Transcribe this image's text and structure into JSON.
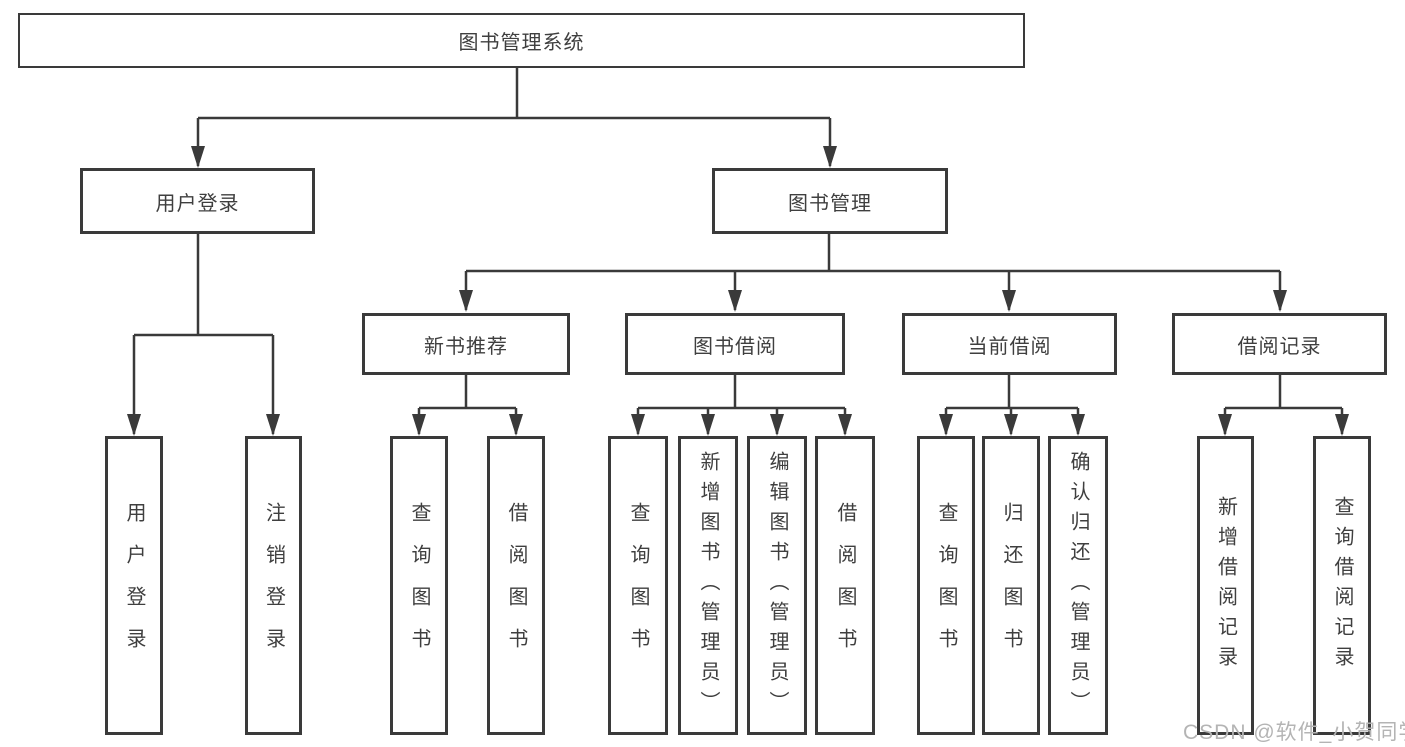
{
  "diagram": {
    "title": "图书管理系统",
    "branches": [
      {
        "label": "用户登录",
        "children": [
          {
            "label": "用户登录"
          },
          {
            "label": "注销登录"
          }
        ]
      },
      {
        "label": "图书管理",
        "children": [
          {
            "label": "新书推荐",
            "children": [
              {
                "label": "查询图书"
              },
              {
                "label": "借阅图书"
              }
            ]
          },
          {
            "label": "图书借阅",
            "children": [
              {
                "label": "查询图书"
              },
              {
                "label": "新增图书（管理员）"
              },
              {
                "label": "编辑图书（管理员）"
              },
              {
                "label": "借阅图书"
              }
            ]
          },
          {
            "label": "当前借阅",
            "children": [
              {
                "label": "查询图书"
              },
              {
                "label": "归还图书"
              },
              {
                "label": "确认归还（管理员）"
              }
            ]
          },
          {
            "label": "借阅记录",
            "children": [
              {
                "label": "新增借阅记录"
              },
              {
                "label": "查询借阅记录"
              }
            ]
          }
        ]
      }
    ]
  },
  "watermark": {
    "text": "CSDN @软件_小贺同学"
  },
  "colors": {
    "line": "#3a3a3a",
    "text": "#3f3f3f",
    "watermark": "#b4b4b4",
    "background": "#ffffff"
  }
}
